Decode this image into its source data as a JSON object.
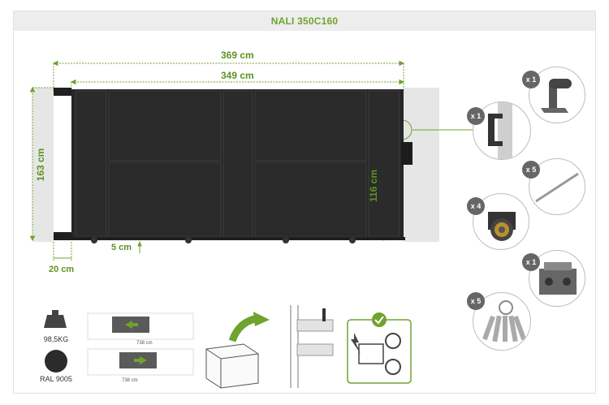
{
  "title": "NALI 350C160",
  "dimensions": {
    "total_width": "369 cm",
    "gate_width": "349 cm",
    "height": "163 cm",
    "handle_height": "116 cm",
    "ground_clearance": "5 cm",
    "post_offset": "20 cm"
  },
  "accessories": [
    {
      "qty": "x 1",
      "icon": "guide-post-icon"
    },
    {
      "qty": "x 1",
      "icon": "handle-lock-icon"
    },
    {
      "qty": "x 5",
      "icon": "rail-rod-icon"
    },
    {
      "qty": "x 4",
      "icon": "roller-wheel-icon"
    },
    {
      "qty": "x 1",
      "icon": "carriage-block-icon"
    },
    {
      "qty": "x 5",
      "icon": "keys-icon"
    }
  ],
  "specs": {
    "weight": "98,5KG",
    "color": "RAL 9005",
    "opening_width_top": "738 cm",
    "opening_width_bottom": "738 cm"
  },
  "colors": {
    "accent": "#6fa32f",
    "gate": "#262626",
    "wall": "#e6e6e6"
  }
}
